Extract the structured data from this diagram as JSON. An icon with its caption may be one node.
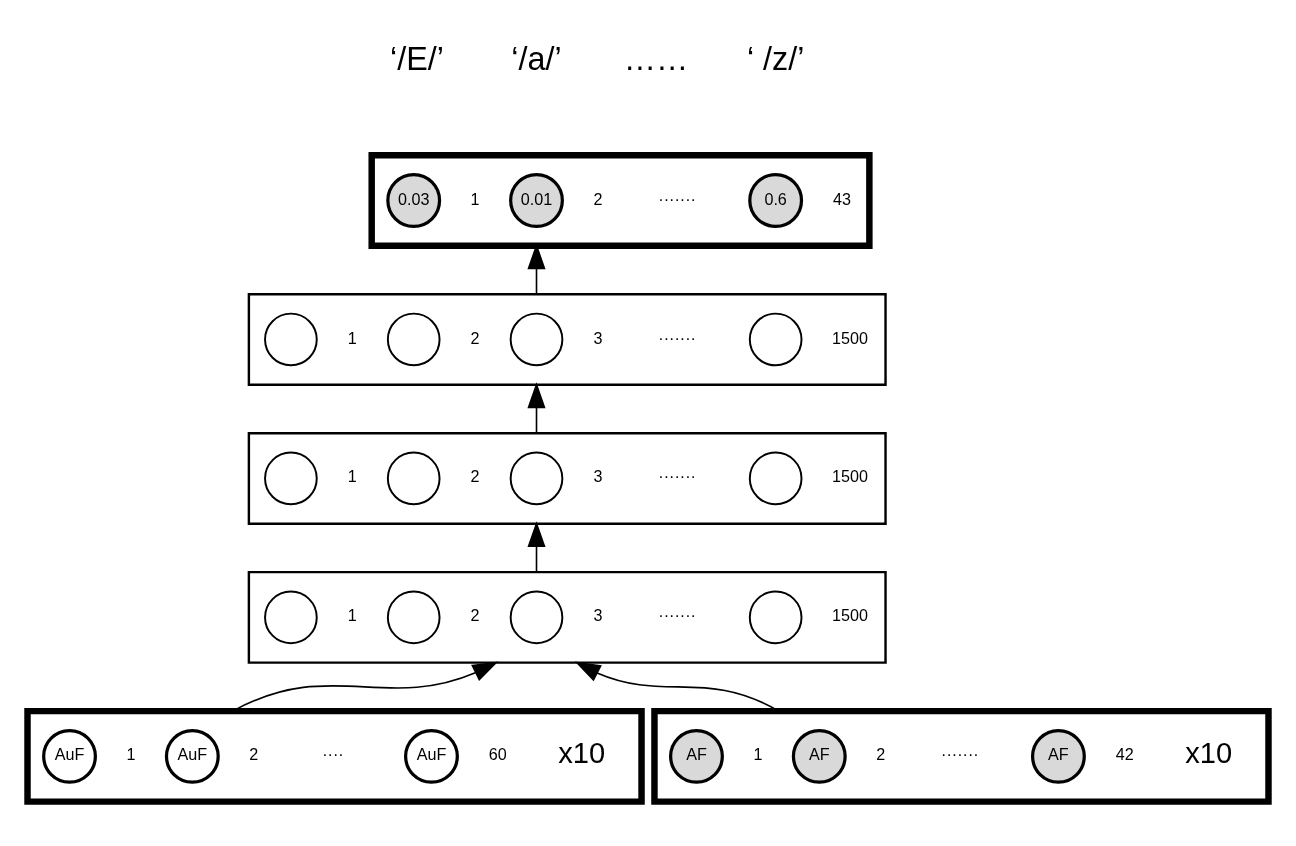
{
  "diagram": {
    "nodes": [
      {
        "text": [],
        "shape": "box"
      },
      {
        "text": [
          "0.03"
        ],
        "in": 0,
        "beside": [
          "1"
        ]
      },
      {
        "text": [
          "0.01"
        ],
        "in": 0,
        "beside": [
          "2"
        ]
      },
      {
        "text": [
          "0.6"
        ],
        "in": 0,
        "beside": [
          "43"
        ]
      },
      {
        "text": [],
        "shape": "box"
      },
      {
        "text": [],
        "shape": "circle",
        "in": 4,
        "beside": [
          "1"
        ]
      },
      {
        "text": [],
        "shape": "circle",
        "in": 4,
        "beside": [
          "2"
        ]
      },
      {
        "text": [],
        "shape": "circle",
        "in": 4,
        "beside": [
          "3"
        ]
      },
      {
        "text": [],
        "shape": "circle",
        "in": 4,
        "beside": [
          "1500"
        ]
      },
      {
        "text": [],
        "shape": "box"
      },
      {
        "text": [],
        "shape": "circle",
        "in": 9,
        "beside": [
          "1"
        ]
      },
      {
        "text": [],
        "shape": "circle",
        "in": 9,
        "beside": [
          "2"
        ]
      },
      {
        "text": [],
        "shape": "circle",
        "in": 9,
        "beside": [
          "3"
        ]
      },
      {
        "text": [],
        "shape": "circle",
        "in": 9,
        "beside": [
          "1500"
        ]
      },
      {
        "text": [],
        "shape": "box"
      },
      {
        "text": [],
        "shape": "circle",
        "in": 14,
        "beside": [
          "1"
        ]
      },
      {
        "text": [],
        "shape": "circle",
        "in": 14,
        "beside": [
          "2"
        ]
      },
      {
        "text": [],
        "shape": "circle",
        "in": 14,
        "beside": [
          "3"
        ]
      },
      {
        "text": [],
        "shape": "circle",
        "in": 14,
        "beside": [
          "1500"
        ]
      },
      {
        "text": [],
        "shape": "box",
        "beside": [
          "x10"
        ]
      },
      {
        "text": [
          "AuF"
        ],
        "in": 19,
        "beside": [
          "1"
        ]
      },
      {
        "text": [
          "AuF"
        ],
        "in": 19,
        "beside": [
          "2"
        ]
      },
      {
        "text": [
          "AuF"
        ],
        "in": 19,
        "beside": [
          "60"
        ]
      },
      {
        "text": [],
        "shape": "box",
        "beside": [
          "x10"
        ]
      },
      {
        "text": [
          "AF"
        ],
        "in": 23,
        "beside": [
          "1"
        ]
      },
      {
        "text": [
          "AF"
        ],
        "in": 23,
        "beside": [
          "2"
        ]
      },
      {
        "text": [
          "AF"
        ],
        "in": 23,
        "beside": [
          "42"
        ]
      }
    ],
    "edges": [
      {
        "from": 4,
        "to": 0,
        "arrow": "to"
      },
      {
        "from": 9,
        "to": 4,
        "arrow": "to"
      },
      {
        "from": 14,
        "to": 9,
        "arrow": "to"
      },
      {
        "from": 19,
        "to": 14,
        "arrow": "to"
      },
      {
        "from": 23,
        "to": 14,
        "arrow": "to"
      }
    ],
    "labels": [
      "‘/E/’",
      "‘/a/’",
      "……",
      "‘ /z/’",
      "·······",
      "·······",
      "·······",
      "·······",
      "····",
      "·······"
    ]
  }
}
